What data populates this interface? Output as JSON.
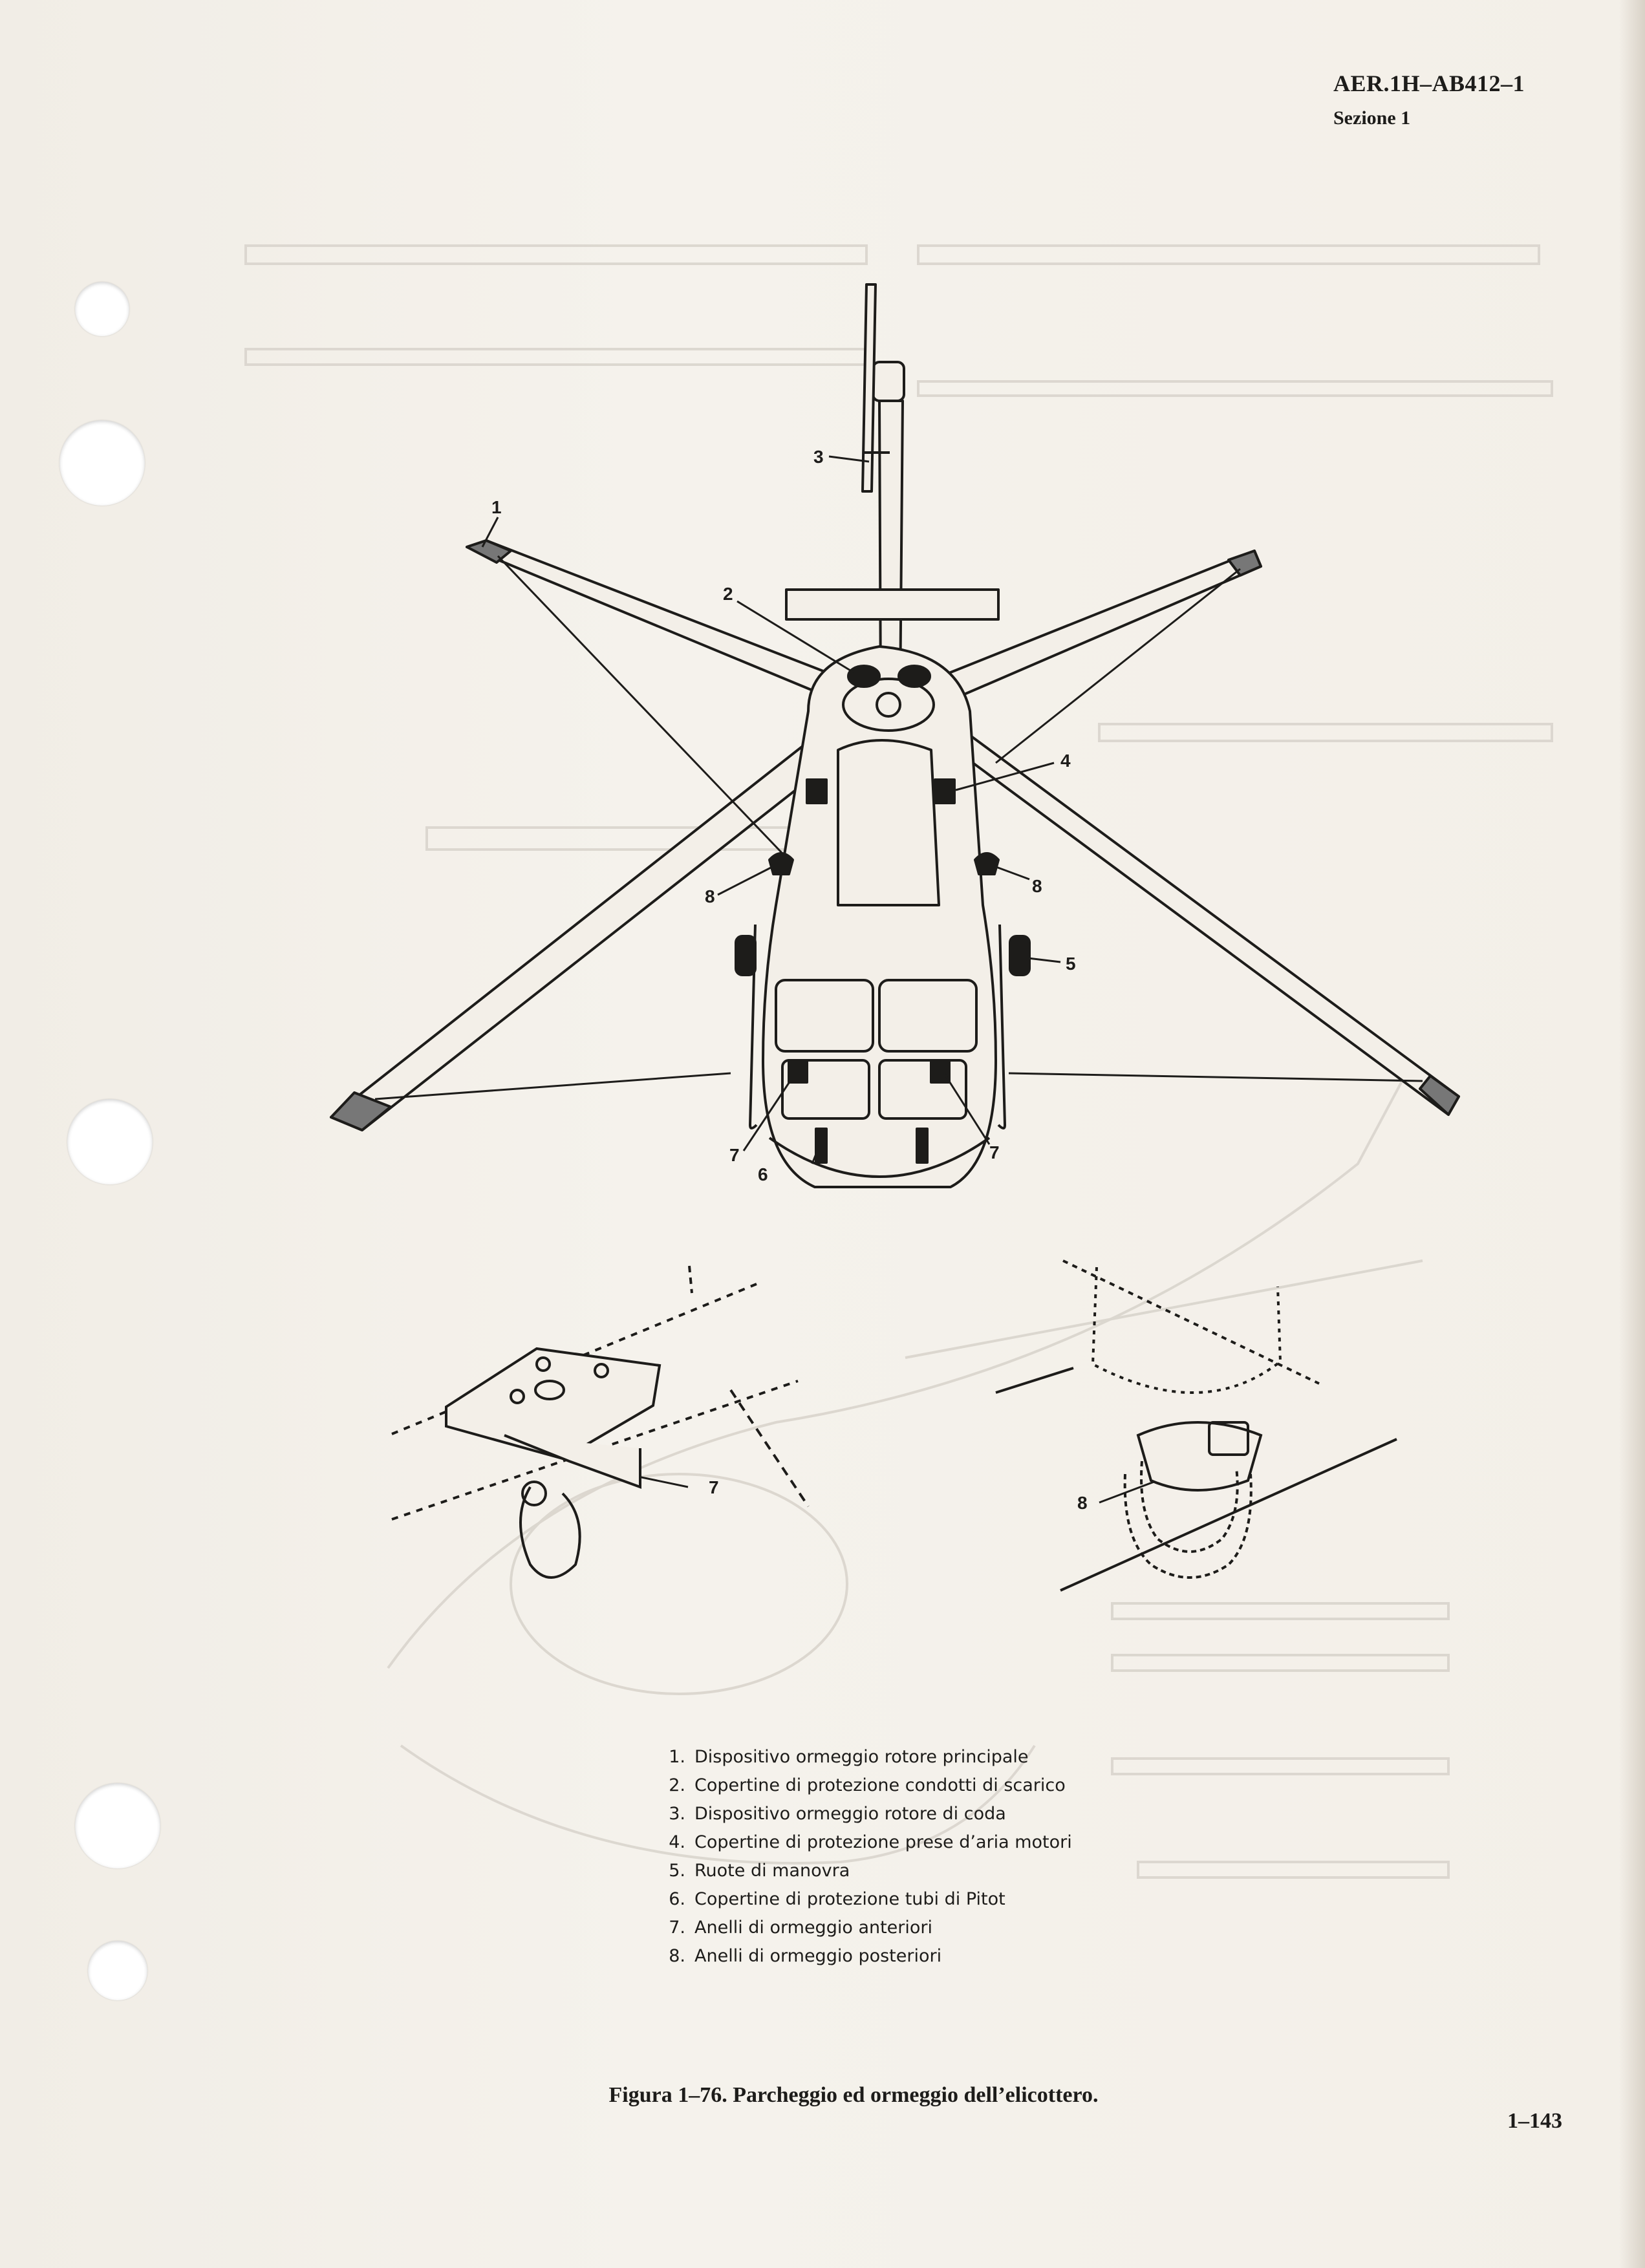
{
  "header": {
    "code": "AER.1H–AB412–1",
    "section": "Sezione 1"
  },
  "figure": {
    "callouts": [
      "1",
      "2",
      "3",
      "4",
      "5",
      "6",
      "7",
      "7",
      "8",
      "8",
      "7",
      "8"
    ],
    "legend": [
      {
        "num": "1.",
        "text": "Dispositivo ormeggio rotore principale"
      },
      {
        "num": "2.",
        "text": "Copertine di protezione condotti di scarico"
      },
      {
        "num": "3.",
        "text": "Dispositivo ormeggio rotore di coda"
      },
      {
        "num": "4.",
        "text": "Copertine di protezione prese d’aria motori"
      },
      {
        "num": "5.",
        "text": "Ruote di manovra"
      },
      {
        "num": "6.",
        "text": "Copertine di protezione tubi di Pitot"
      },
      {
        "num": "7.",
        "text": "Anelli di ormeggio anteriori"
      },
      {
        "num": "8.",
        "text": "Anelli di ormeggio posteriori"
      }
    ],
    "caption": "Figura 1–76.  Parcheggio ed ormeggio dell’elicottero."
  },
  "footer": {
    "page_number": "1–143"
  },
  "colors": {
    "paper": "#f3efe8",
    "ink": "#1d1c1a",
    "bleed_through": "#cfcac2"
  }
}
